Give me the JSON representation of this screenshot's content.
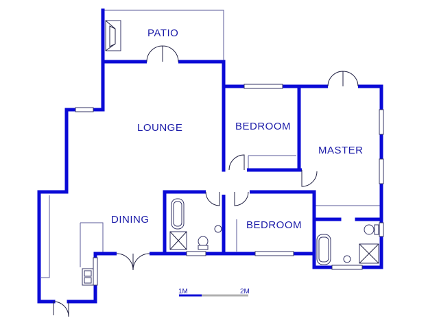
{
  "rooms": {
    "patio": "PATIO",
    "lounge": "LOUNGE",
    "bedroom_1": "BEDROOM",
    "master": "MASTER",
    "dining": "DINING",
    "bedroom_2": "BEDROOM"
  },
  "scale_bar": {
    "label_start": "1M",
    "label_end": "2M"
  },
  "colors": {
    "wall": "#0a0ad6",
    "label": "#1a1aa8"
  }
}
